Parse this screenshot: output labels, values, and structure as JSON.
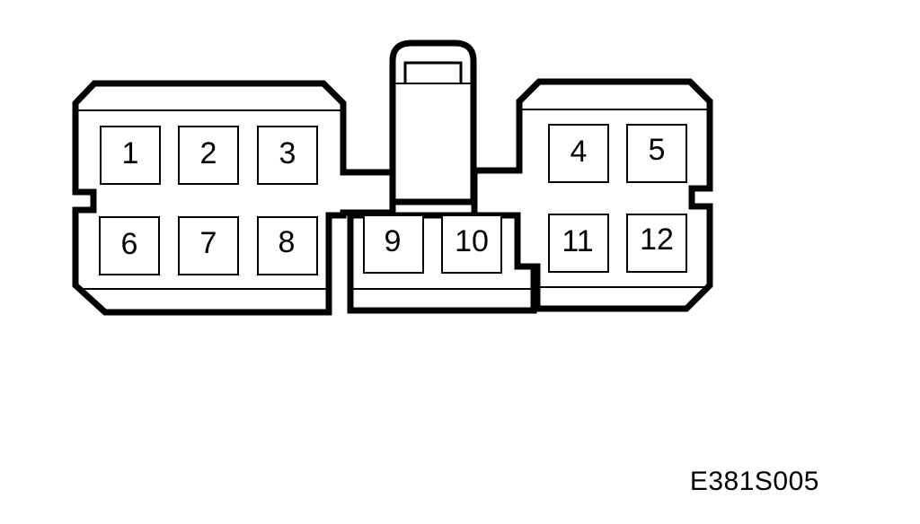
{
  "connector": {
    "figure_code": "E381S005",
    "pins": [
      {
        "number": "1"
      },
      {
        "number": "2"
      },
      {
        "number": "3"
      },
      {
        "number": "4"
      },
      {
        "number": "5"
      },
      {
        "number": "6"
      },
      {
        "number": "7"
      },
      {
        "number": "8"
      },
      {
        "number": "9"
      },
      {
        "number": "10"
      },
      {
        "number": "11"
      },
      {
        "number": "12"
      }
    ]
  }
}
